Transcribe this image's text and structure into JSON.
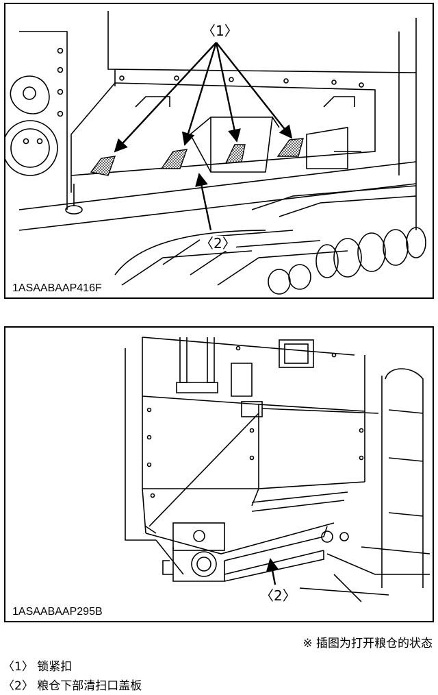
{
  "figure1": {
    "code": "1ASAABAAP416F",
    "callout_top": "〈1〉",
    "callout_bottom": "〈2〉"
  },
  "figure2": {
    "code": "1ASAABAAP295B",
    "callout": "〈2〉"
  },
  "note": "※ 插图为打开粮仓的状态",
  "legend": [
    {
      "num": "〈1〉",
      "text": "锁紧扣"
    },
    {
      "num": "〈2〉",
      "text": "粮仓下部清扫口盖板"
    }
  ]
}
